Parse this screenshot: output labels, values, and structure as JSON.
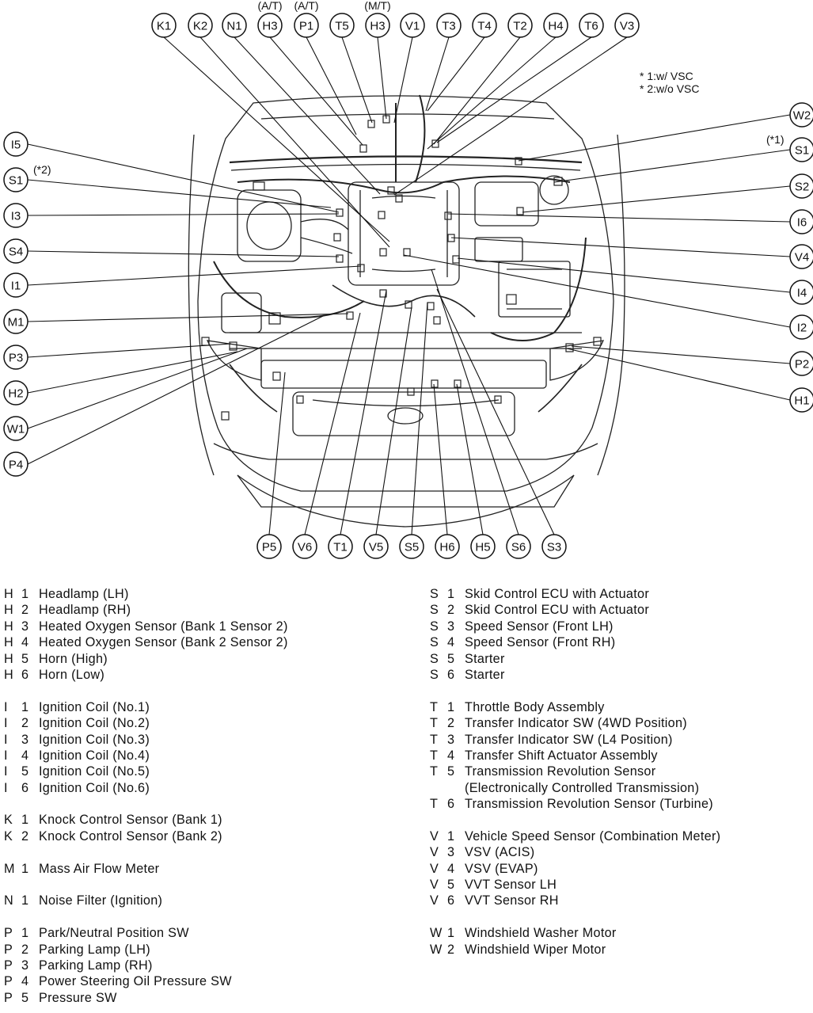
{
  "callouts": {
    "top": [
      {
        "code": "K1",
        "note": ""
      },
      {
        "code": "K2",
        "note": ""
      },
      {
        "code": "N1",
        "note": ""
      },
      {
        "code": "H3",
        "note": "(A/T)"
      },
      {
        "code": "P1",
        "note": "(A/T)"
      },
      {
        "code": "T5",
        "note": ""
      },
      {
        "code": "H3",
        "note": "(M/T)"
      },
      {
        "code": "V1",
        "note": ""
      },
      {
        "code": "T3",
        "note": ""
      },
      {
        "code": "T4",
        "note": ""
      },
      {
        "code": "T2",
        "note": ""
      },
      {
        "code": "H4",
        "note": ""
      },
      {
        "code": "T6",
        "note": ""
      },
      {
        "code": "V3",
        "note": ""
      }
    ],
    "left": [
      {
        "code": "I5",
        "note": ""
      },
      {
        "code": "S1",
        "note": "(*2)"
      },
      {
        "code": "I3",
        "note": ""
      },
      {
        "code": "S4",
        "note": ""
      },
      {
        "code": "I1",
        "note": ""
      },
      {
        "code": "M1",
        "note": ""
      },
      {
        "code": "P3",
        "note": ""
      },
      {
        "code": "H2",
        "note": ""
      },
      {
        "code": "W1",
        "note": ""
      },
      {
        "code": "P4",
        "note": ""
      }
    ],
    "right": [
      {
        "code": "W2",
        "note": ""
      },
      {
        "code": "S1",
        "note": "(*1)"
      },
      {
        "code": "S2",
        "note": ""
      },
      {
        "code": "I6",
        "note": ""
      },
      {
        "code": "V4",
        "note": ""
      },
      {
        "code": "I4",
        "note": ""
      },
      {
        "code": "I2",
        "note": ""
      },
      {
        "code": "P2",
        "note": ""
      },
      {
        "code": "H1",
        "note": ""
      }
    ],
    "bottom": [
      {
        "code": "P5",
        "note": ""
      },
      {
        "code": "V6",
        "note": ""
      },
      {
        "code": "T1",
        "note": ""
      },
      {
        "code": "V5",
        "note": ""
      },
      {
        "code": "S5",
        "note": ""
      },
      {
        "code": "H6",
        "note": ""
      },
      {
        "code": "H5",
        "note": ""
      },
      {
        "code": "S6",
        "note": ""
      },
      {
        "code": "S3",
        "note": ""
      }
    ]
  },
  "footnotes": [
    "* 1:w/ VSC",
    "* 2:w/o VSC"
  ],
  "legend": {
    "left": [
      {
        "letter": "H",
        "num": "1",
        "desc": "Headlamp (LH)"
      },
      {
        "letter": "H",
        "num": "2",
        "desc": "Headlamp (RH)"
      },
      {
        "letter": "H",
        "num": "3",
        "desc": "Heated Oxygen Sensor (Bank 1 Sensor 2)"
      },
      {
        "letter": "H",
        "num": "4",
        "desc": "Heated Oxygen Sensor (Bank 2 Sensor 2)"
      },
      {
        "letter": "H",
        "num": "5",
        "desc": "Horn (High)"
      },
      {
        "letter": "H",
        "num": "6",
        "desc": "Horn (Low)"
      },
      {
        "gap": true
      },
      {
        "letter": "I",
        "num": "1",
        "desc": "Ignition Coil (No.1)"
      },
      {
        "letter": "I",
        "num": "2",
        "desc": "Ignition Coil (No.2)"
      },
      {
        "letter": "I",
        "num": "3",
        "desc": "Ignition Coil (No.3)"
      },
      {
        "letter": "I",
        "num": "4",
        "desc": "Ignition Coil (No.4)"
      },
      {
        "letter": "I",
        "num": "5",
        "desc": "Ignition Coil (No.5)"
      },
      {
        "letter": "I",
        "num": "6",
        "desc": "Ignition Coil (No.6)"
      },
      {
        "gap": true
      },
      {
        "letter": "K",
        "num": "1",
        "desc": "Knock Control Sensor (Bank 1)"
      },
      {
        "letter": "K",
        "num": "2",
        "desc": "Knock Control Sensor (Bank 2)"
      },
      {
        "gap": true
      },
      {
        "letter": "M",
        "num": "1",
        "desc": "Mass Air Flow Meter"
      },
      {
        "gap": true
      },
      {
        "letter": "N",
        "num": "1",
        "desc": "Noise Filter (Ignition)"
      },
      {
        "gap": true
      },
      {
        "letter": "P",
        "num": "1",
        "desc": "Park/Neutral Position SW"
      },
      {
        "letter": "P",
        "num": "2",
        "desc": "Parking Lamp (LH)"
      },
      {
        "letter": "P",
        "num": "3",
        "desc": "Parking Lamp (RH)"
      },
      {
        "letter": "P",
        "num": "4",
        "desc": "Power Steering Oil Pressure SW"
      },
      {
        "letter": "P",
        "num": "5",
        "desc": "Pressure SW"
      }
    ],
    "right": [
      {
        "letter": "S",
        "num": "1",
        "desc": "Skid Control ECU with Actuator"
      },
      {
        "letter": "S",
        "num": "2",
        "desc": "Skid Control ECU with Actuator"
      },
      {
        "letter": "S",
        "num": "3",
        "desc": "Speed Sensor (Front LH)"
      },
      {
        "letter": "S",
        "num": "4",
        "desc": "Speed Sensor (Front RH)"
      },
      {
        "letter": "S",
        "num": "5",
        "desc": "Starter"
      },
      {
        "letter": "S",
        "num": "6",
        "desc": "Starter"
      },
      {
        "gap": true
      },
      {
        "letter": "T",
        "num": "1",
        "desc": "Throttle Body Assembly"
      },
      {
        "letter": "T",
        "num": "2",
        "desc": "Transfer Indicator SW (4WD Position)"
      },
      {
        "letter": "T",
        "num": "3",
        "desc": "Transfer Indicator SW (L4 Position)"
      },
      {
        "letter": "T",
        "num": "4",
        "desc": "Transfer Shift Actuator Assembly"
      },
      {
        "letter": "T",
        "num": "5",
        "desc": "Transmission Revolution Sensor"
      },
      {
        "letter": "",
        "num": "",
        "desc": "(Electronically Controlled Transmission)"
      },
      {
        "letter": "T",
        "num": "6",
        "desc": "Transmission Revolution Sensor (Turbine)"
      },
      {
        "gap": true
      },
      {
        "letter": "V",
        "num": "1",
        "desc": "Vehicle Speed Sensor (Combination Meter)"
      },
      {
        "letter": "V",
        "num": "3",
        "desc": "VSV (ACIS)"
      },
      {
        "letter": "V",
        "num": "4",
        "desc": "VSV (EVAP)"
      },
      {
        "letter": "V",
        "num": "5",
        "desc": "VVT Sensor LH"
      },
      {
        "letter": "V",
        "num": "6",
        "desc": "VVT Sensor RH"
      },
      {
        "gap": true
      },
      {
        "letter": "W",
        "num": "1",
        "desc": "Windshield Washer Motor"
      },
      {
        "letter": "W",
        "num": "2",
        "desc": "Windshield Wiper Motor"
      }
    ]
  }
}
